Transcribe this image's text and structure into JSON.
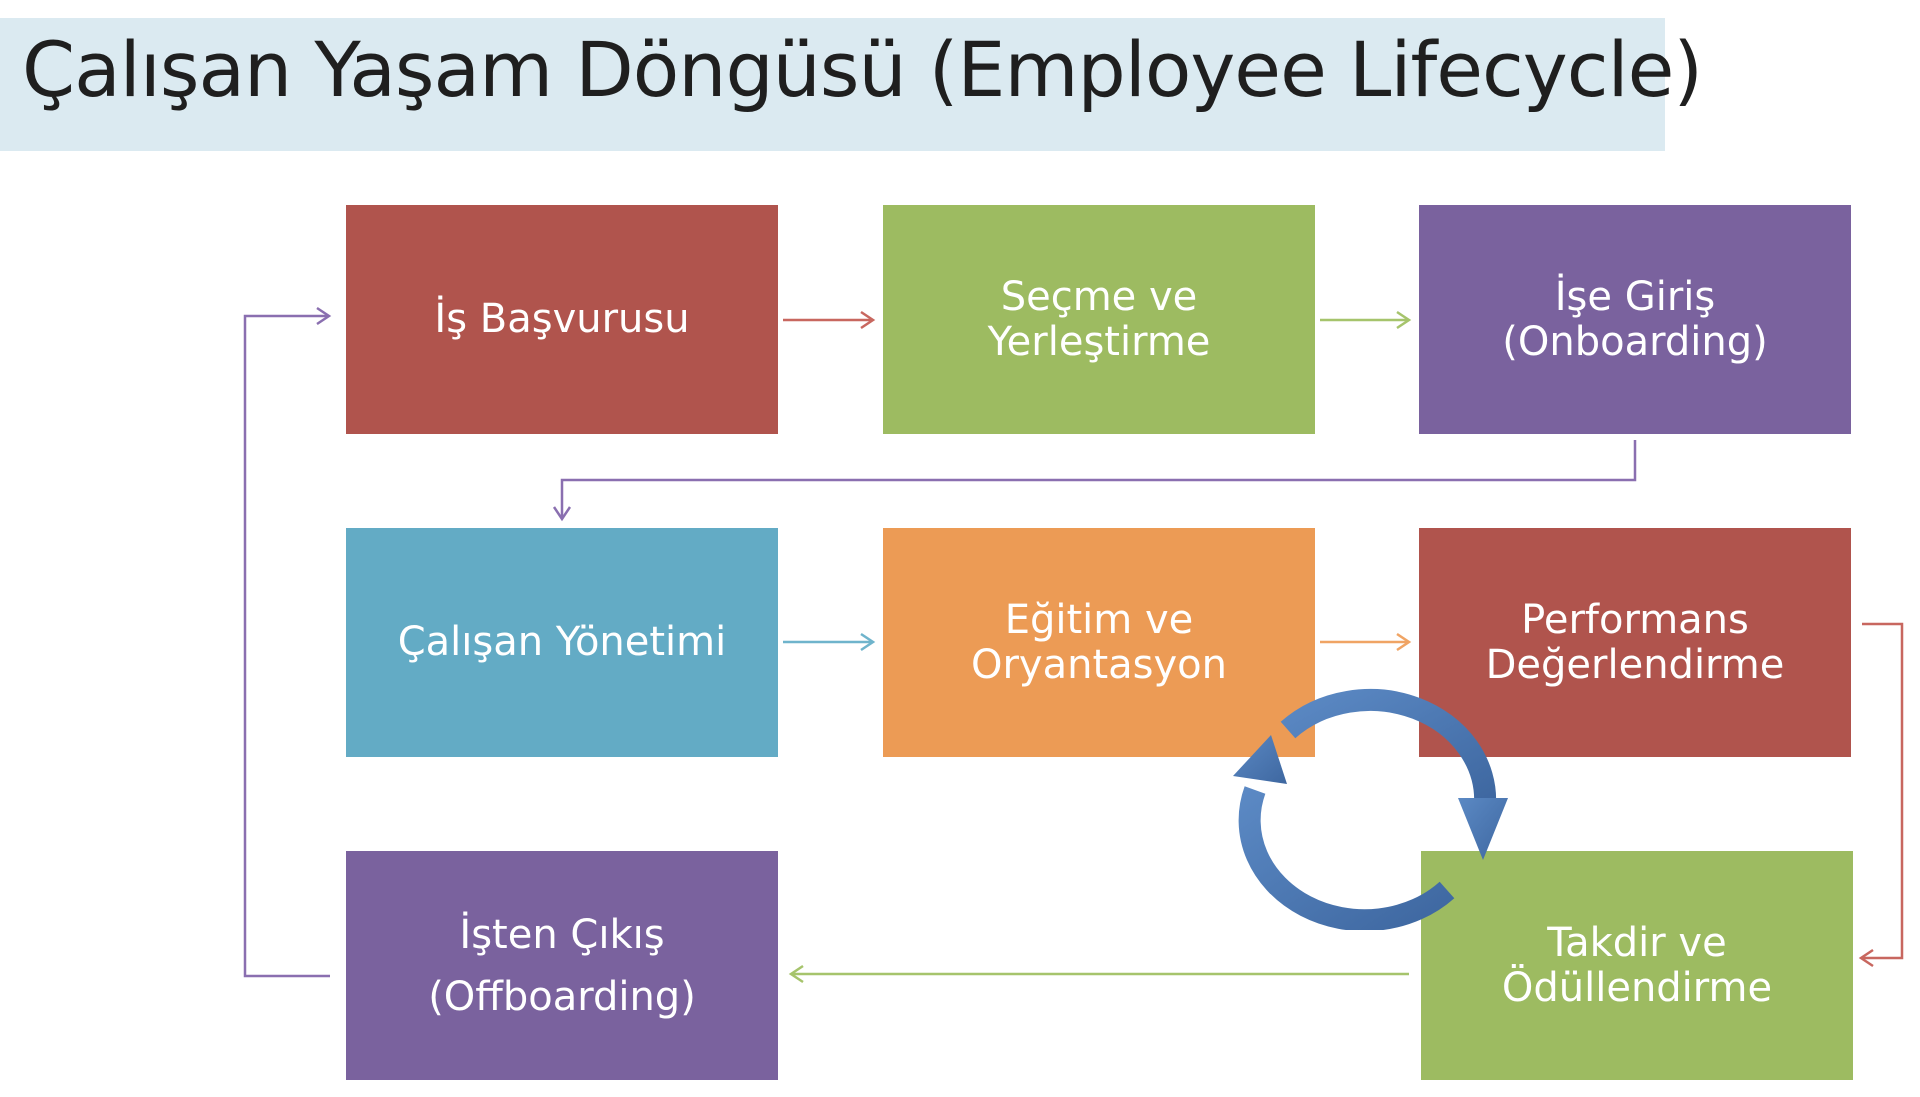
{
  "title": "Çalışan Yaşam Döngüsü (Employee Lifecycle)",
  "colors": {
    "title_bg": "#dbeaf1",
    "red": "#b0544d",
    "green": "#9dbb61",
    "purple": "#7a629e",
    "teal": "#63abc5",
    "orange": "#ec9b55",
    "cycle_arrow": "#4e79b3"
  },
  "steps": [
    {
      "label": "İş Başvurusu",
      "color": "#b0544d"
    },
    {
      "label": "Seçme ve\nYerleştirme",
      "color": "#9dbb61"
    },
    {
      "label": "İşe Giriş\n(Onboarding)",
      "color": "#7a629e"
    },
    {
      "label": "Çalışan Yönetimi",
      "color": "#63abc5"
    },
    {
      "label": "Eğitim ve\nOryantasyon",
      "color": "#ec9b55"
    },
    {
      "label": "Performans\nDeğerlendirme",
      "color": "#b0544d"
    },
    {
      "label": "İşten Çıkış\n(Offboarding)",
      "color": "#7a629e"
    },
    {
      "label": "Takdir ve\nÖdüllendirme",
      "color": "#9dbb61"
    }
  ],
  "icons": {
    "cycle": "circular-arrows-icon"
  }
}
